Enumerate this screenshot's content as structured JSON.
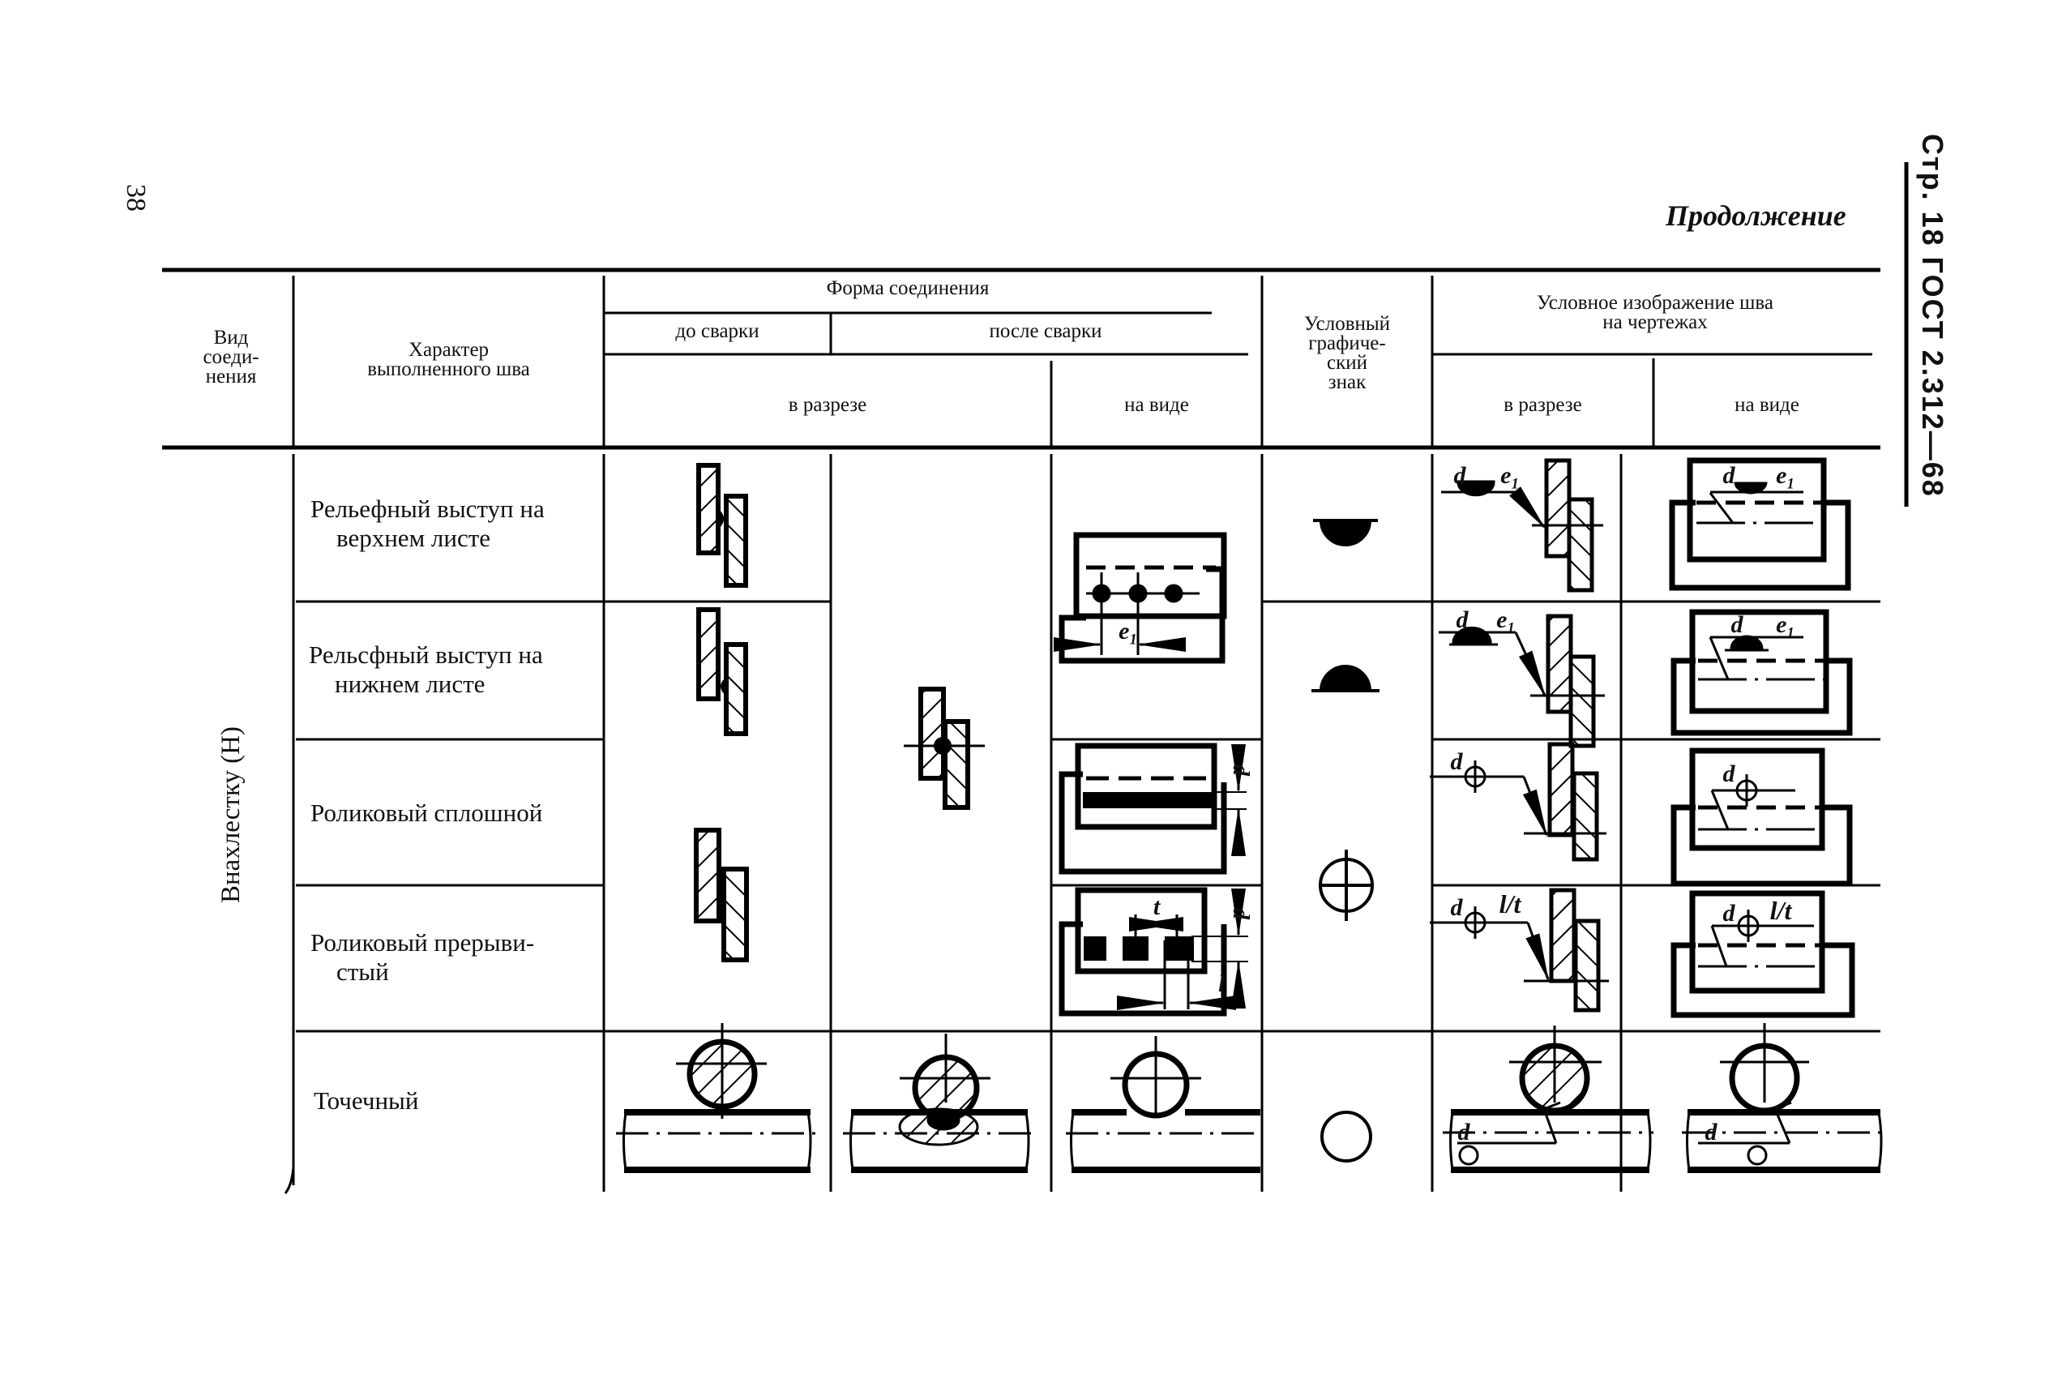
{
  "page": {
    "page_number": "38",
    "continuation_label": "Продолжение",
    "side_stamp": "Стр. 18 ГОСТ 2.312—68"
  },
  "table": {
    "headers": {
      "joint_type": "Вид соеди-нения",
      "joint_type_lines": [
        "Вид",
        "соеди-",
        "нения"
      ],
      "seam_character_lines": [
        "Характер",
        "выполненного шва"
      ],
      "joint_form": "Форма соединения",
      "before_welding": "до сварки",
      "after_welding": "после сварки",
      "in_section": "в разрезе",
      "in_view": "на виде",
      "graphic_symbol_lines": [
        "Условный",
        "графиче-",
        "ский",
        "знак"
      ],
      "drawing_image_lines": [
        "Условное изображение шва",
        "на чертежах"
      ],
      "drawing_in_section": "в разрезе",
      "drawing_in_view": "на виде"
    },
    "group_label": "Внахлестку (Н)",
    "rows": [
      {
        "seam_lines": [
          "Рельефный выступ на",
          "верхнем листе"
        ],
        "symbol": "relief-upper-symbol",
        "section_annotation": {
          "d": "d",
          "e": "e₁"
        },
        "view_annotation": {
          "d": "d",
          "e": "e₁"
        }
      },
      {
        "seam_lines": [
          "Рельсфный выступ на",
          "нижнем листе"
        ],
        "symbol": "relief-lower-symbol",
        "section_annotation": {
          "d": "d",
          "e": "e₁"
        },
        "view_annotation": {
          "d": "d",
          "e": "e₁"
        }
      },
      {
        "seam_lines": [
          "Роликовый сплошной"
        ],
        "symbol": "roller-seam-symbol",
        "section_annotation": {
          "d": "d"
        },
        "view_annotation": {
          "d": "d"
        }
      },
      {
        "seam_lines": [
          "Роликовый прерыви-",
          "стый"
        ],
        "symbol": "roller-seam-symbol",
        "section_annotation": {
          "d": "d",
          "lt": "l/t"
        },
        "view_annotation": {
          "d": "d",
          "lt": "l/t"
        }
      },
      {
        "seam_lines": [
          "Точечный"
        ],
        "symbol": "spot-weld-symbol",
        "section_annotation": {
          "d": "d"
        },
        "view_annotation": {
          "d": "d"
        }
      }
    ],
    "dimension_labels": {
      "pitch_e1": "e₁",
      "width_d": "d",
      "step_t": "t",
      "length_l": "l"
    }
  }
}
